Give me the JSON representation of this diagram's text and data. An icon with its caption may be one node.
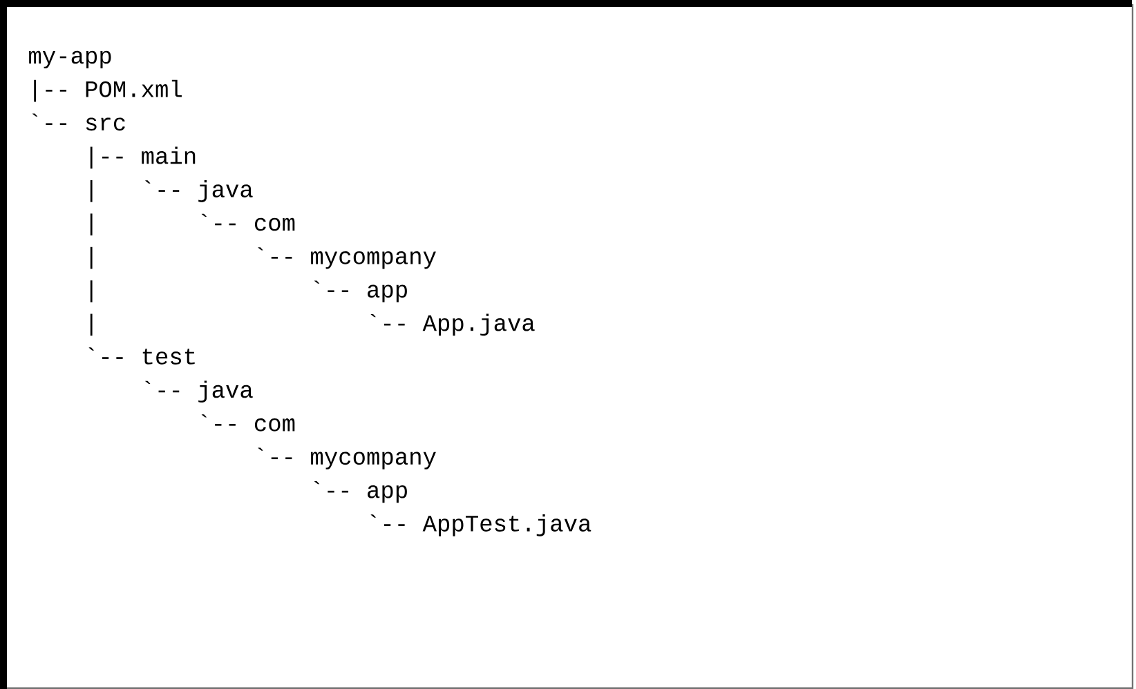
{
  "diagram": {
    "labels": [
      "my-app",
      "|-- POM.xml",
      "`-- src",
      "|-- main",
      "|",
      "`-- java",
      "|",
      "`-- com",
      "|",
      "`-- mycompany",
      "|",
      "`-- app",
      "|",
      "`-- App.java",
      "`-- test",
      "`-- java",
      "`-- com",
      "`-- mycompany",
      "`-- app",
      "`-- AppTest.java"
    ]
  }
}
